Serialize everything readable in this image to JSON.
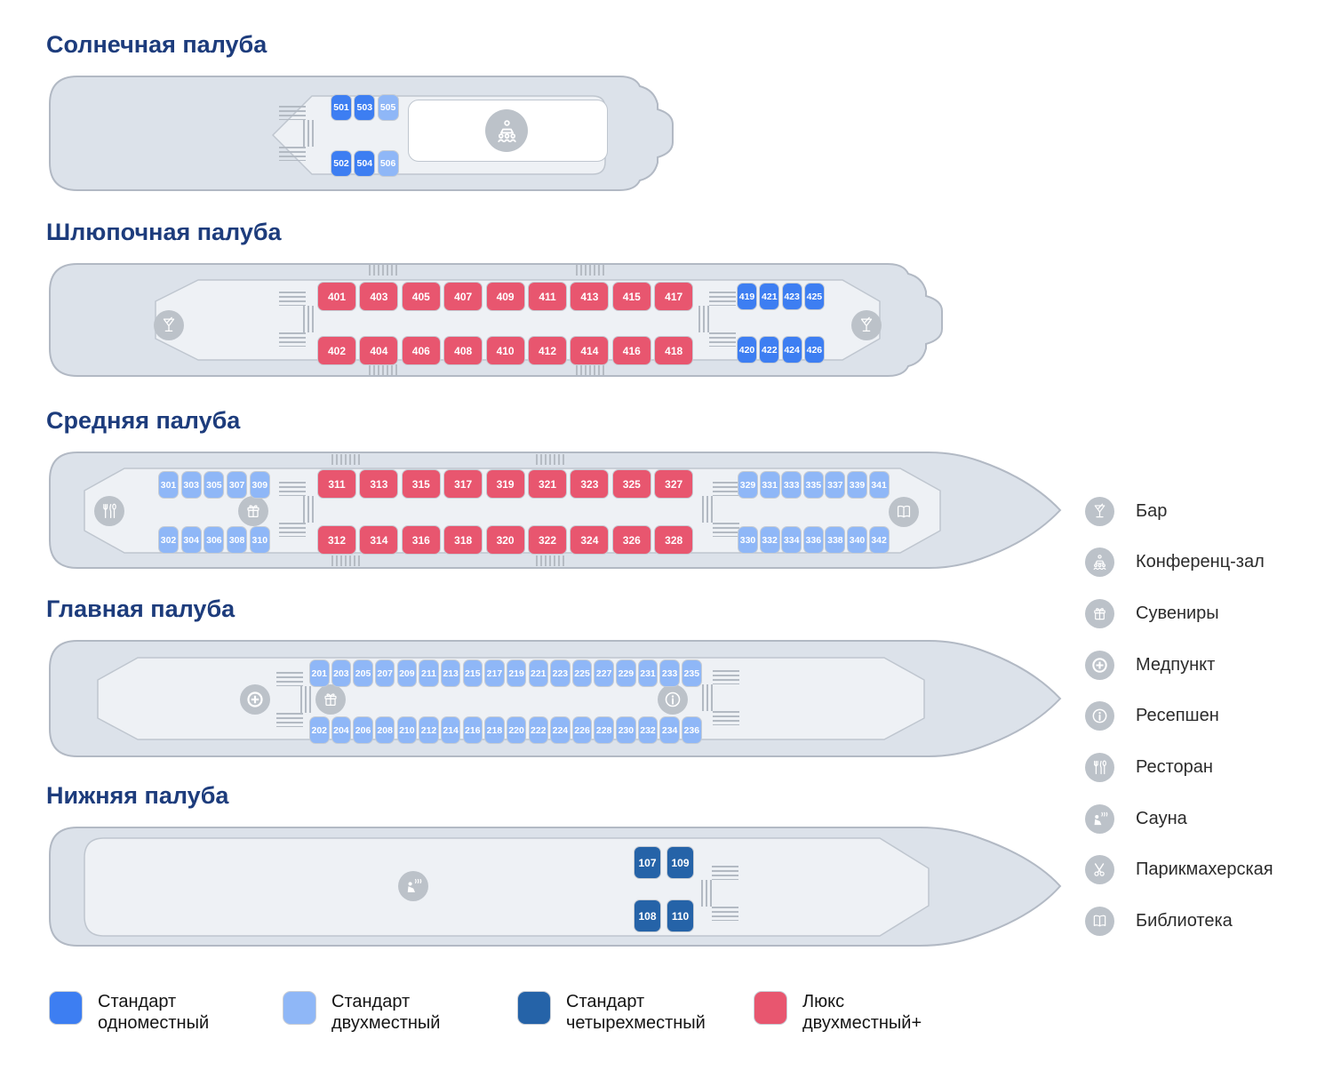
{
  "decks": [
    {
      "id": "sun",
      "title": "Солнечная палуба",
      "icons": [
        {
          "name": "conference-icon"
        }
      ],
      "groups": [
        {
          "rows": [
            [
              {
                "n": "501",
                "t": "standard_single"
              },
              {
                "n": "503",
                "t": "standard_single"
              },
              {
                "n": "505",
                "t": "standard_double"
              }
            ],
            [
              {
                "n": "502",
                "t": "standard_single"
              },
              {
                "n": "504",
                "t": "standard_single"
              },
              {
                "n": "506",
                "t": "standard_double"
              }
            ]
          ]
        }
      ]
    },
    {
      "id": "boat",
      "title": "Шлюпочная палуба",
      "icons": [
        {
          "name": "bar-icon"
        },
        {
          "name": "bar-icon"
        }
      ],
      "groups": [
        {
          "rows": [
            [
              {
                "n": "401",
                "t": "lux_double_plus"
              },
              {
                "n": "403",
                "t": "lux_double_plus"
              },
              {
                "n": "405",
                "t": "lux_double_plus"
              },
              {
                "n": "407",
                "t": "lux_double_plus"
              },
              {
                "n": "409",
                "t": "lux_double_plus"
              },
              {
                "n": "411",
                "t": "lux_double_plus"
              },
              {
                "n": "413",
                "t": "lux_double_plus"
              },
              {
                "n": "415",
                "t": "lux_double_plus"
              },
              {
                "n": "417",
                "t": "lux_double_plus"
              }
            ],
            [
              {
                "n": "402",
                "t": "lux_double_plus"
              },
              {
                "n": "404",
                "t": "lux_double_plus"
              },
              {
                "n": "406",
                "t": "lux_double_plus"
              },
              {
                "n": "408",
                "t": "lux_double_plus"
              },
              {
                "n": "410",
                "t": "lux_double_plus"
              },
              {
                "n": "412",
                "t": "lux_double_plus"
              },
              {
                "n": "414",
                "t": "lux_double_plus"
              },
              {
                "n": "416",
                "t": "lux_double_plus"
              },
              {
                "n": "418",
                "t": "lux_double_plus"
              }
            ]
          ]
        },
        {
          "rows": [
            [
              {
                "n": "419",
                "t": "standard_single"
              },
              {
                "n": "421",
                "t": "standard_single"
              },
              {
                "n": "423",
                "t": "standard_single"
              },
              {
                "n": "425",
                "t": "standard_single"
              }
            ],
            [
              {
                "n": "420",
                "t": "standard_single"
              },
              {
                "n": "422",
                "t": "standard_single"
              },
              {
                "n": "424",
                "t": "standard_single"
              },
              {
                "n": "426",
                "t": "standard_single"
              }
            ]
          ]
        }
      ]
    },
    {
      "id": "middle",
      "title": "Средняя палуба",
      "icons": [
        {
          "name": "restaurant-icon"
        },
        {
          "name": "gift-icon"
        },
        {
          "name": "library-icon"
        }
      ],
      "groups": [
        {
          "rows": [
            [
              {
                "n": "301",
                "t": "standard_double"
              },
              {
                "n": "303",
                "t": "standard_double"
              },
              {
                "n": "305",
                "t": "standard_double"
              },
              {
                "n": "307",
                "t": "standard_double"
              },
              {
                "n": "309",
                "t": "standard_double"
              }
            ],
            [
              {
                "n": "302",
                "t": "standard_double"
              },
              {
                "n": "304",
                "t": "standard_double"
              },
              {
                "n": "306",
                "t": "standard_double"
              },
              {
                "n": "308",
                "t": "standard_double"
              },
              {
                "n": "310",
                "t": "standard_double"
              }
            ]
          ]
        },
        {
          "rows": [
            [
              {
                "n": "311",
                "t": "lux_double_plus"
              },
              {
                "n": "313",
                "t": "lux_double_plus"
              },
              {
                "n": "315",
                "t": "lux_double_plus"
              },
              {
                "n": "317",
                "t": "lux_double_plus"
              },
              {
                "n": "319",
                "t": "lux_double_plus"
              },
              {
                "n": "321",
                "t": "lux_double_plus"
              },
              {
                "n": "323",
                "t": "lux_double_plus"
              },
              {
                "n": "325",
                "t": "lux_double_plus"
              },
              {
                "n": "327",
                "t": "lux_double_plus"
              }
            ],
            [
              {
                "n": "312",
                "t": "lux_double_plus"
              },
              {
                "n": "314",
                "t": "lux_double_plus"
              },
              {
                "n": "316",
                "t": "lux_double_plus"
              },
              {
                "n": "318",
                "t": "lux_double_plus"
              },
              {
                "n": "320",
                "t": "lux_double_plus"
              },
              {
                "n": "322",
                "t": "lux_double_plus"
              },
              {
                "n": "324",
                "t": "lux_double_plus"
              },
              {
                "n": "326",
                "t": "lux_double_plus"
              },
              {
                "n": "328",
                "t": "lux_double_plus"
              }
            ]
          ]
        },
        {
          "rows": [
            [
              {
                "n": "329",
                "t": "standard_double"
              },
              {
                "n": "331",
                "t": "standard_double"
              },
              {
                "n": "333",
                "t": "standard_double"
              },
              {
                "n": "335",
                "t": "standard_double"
              },
              {
                "n": "337",
                "t": "standard_double"
              },
              {
                "n": "339",
                "t": "standard_double"
              },
              {
                "n": "341",
                "t": "standard_double"
              }
            ],
            [
              {
                "n": "330",
                "t": "standard_double"
              },
              {
                "n": "332",
                "t": "standard_double"
              },
              {
                "n": "334",
                "t": "standard_double"
              },
              {
                "n": "336",
                "t": "standard_double"
              },
              {
                "n": "338",
                "t": "standard_double"
              },
              {
                "n": "340",
                "t": "standard_double"
              },
              {
                "n": "342",
                "t": "standard_double"
              }
            ]
          ]
        }
      ]
    },
    {
      "id": "main",
      "title": "Главная палуба",
      "icons": [
        {
          "name": "medical-icon"
        },
        {
          "name": "gift-icon"
        },
        {
          "name": "info-icon"
        }
      ],
      "groups": [
        {
          "rows": [
            [
              {
                "n": "201",
                "t": "standard_double"
              },
              {
                "n": "203",
                "t": "standard_double"
              },
              {
                "n": "205",
                "t": "standard_double"
              },
              {
                "n": "207",
                "t": "standard_double"
              },
              {
                "n": "209",
                "t": "standard_double"
              },
              {
                "n": "211",
                "t": "standard_double"
              },
              {
                "n": "213",
                "t": "standard_double"
              },
              {
                "n": "215",
                "t": "standard_double"
              },
              {
                "n": "217",
                "t": "standard_double"
              },
              {
                "n": "219",
                "t": "standard_double"
              },
              {
                "n": "221",
                "t": "standard_double"
              },
              {
                "n": "223",
                "t": "standard_double"
              },
              {
                "n": "225",
                "t": "standard_double"
              },
              {
                "n": "227",
                "t": "standard_double"
              },
              {
                "n": "229",
                "t": "standard_double"
              },
              {
                "n": "231",
                "t": "standard_double"
              },
              {
                "n": "233",
                "t": "standard_double"
              },
              {
                "n": "235",
                "t": "standard_double"
              }
            ],
            [
              {
                "n": "202",
                "t": "standard_double"
              },
              {
                "n": "204",
                "t": "standard_double"
              },
              {
                "n": "206",
                "t": "standard_double"
              },
              {
                "n": "208",
                "t": "standard_double"
              },
              {
                "n": "210",
                "t": "standard_double"
              },
              {
                "n": "212",
                "t": "standard_double"
              },
              {
                "n": "214",
                "t": "standard_double"
              },
              {
                "n": "216",
                "t": "standard_double"
              },
              {
                "n": "218",
                "t": "standard_double"
              },
              {
                "n": "220",
                "t": "standard_double"
              },
              {
                "n": "222",
                "t": "standard_double"
              },
              {
                "n": "224",
                "t": "standard_double"
              },
              {
                "n": "226",
                "t": "standard_double"
              },
              {
                "n": "228",
                "t": "standard_double"
              },
              {
                "n": "230",
                "t": "standard_double"
              },
              {
                "n": "232",
                "t": "standard_double"
              },
              {
                "n": "234",
                "t": "standard_double"
              },
              {
                "n": "236",
                "t": "standard_double"
              }
            ]
          ]
        }
      ]
    },
    {
      "id": "lower",
      "title": "Нижняя палуба",
      "icons": [
        {
          "name": "sauna-icon"
        }
      ],
      "groups": [
        {
          "rows": [
            [
              {
                "n": "107",
                "t": "standard_quad"
              },
              {
                "n": "109",
                "t": "standard_quad"
              }
            ],
            [
              {
                "n": "108",
                "t": "standard_quad"
              },
              {
                "n": "110",
                "t": "standard_quad"
              }
            ]
          ]
        }
      ]
    }
  ],
  "facilities_legend": [
    {
      "icon": "bar-icon",
      "label": "Бар"
    },
    {
      "icon": "conference-icon",
      "label": "Конференц-зал"
    },
    {
      "icon": "gift-icon",
      "label": "Сувениры"
    },
    {
      "icon": "medical-icon",
      "label": "Медпункт"
    },
    {
      "icon": "info-icon",
      "label": "Ресепшен"
    },
    {
      "icon": "restaurant-icon",
      "label": "Ресторан"
    },
    {
      "icon": "sauna-icon",
      "label": "Сауна"
    },
    {
      "icon": "scissors-icon",
      "label": "Парикмахерская"
    },
    {
      "icon": "library-icon",
      "label": "Библиотека"
    }
  ],
  "cabin_types_legend": [
    {
      "type": "standard_single",
      "color": "#3d7ef2",
      "label_line1": "Стандарт",
      "label_line2": "одноместный"
    },
    {
      "type": "standard_double",
      "color": "#8fb7f7",
      "label_line1": "Стандарт",
      "label_line2": "двухместный"
    },
    {
      "type": "standard_quad",
      "color": "#2563a8",
      "label_line1": "Стандарт",
      "label_line2": "четырехместный"
    },
    {
      "type": "lux_double_plus",
      "color": "#e8566f",
      "label_line1": "Люкс",
      "label_line2": "двухместный+"
    }
  ]
}
